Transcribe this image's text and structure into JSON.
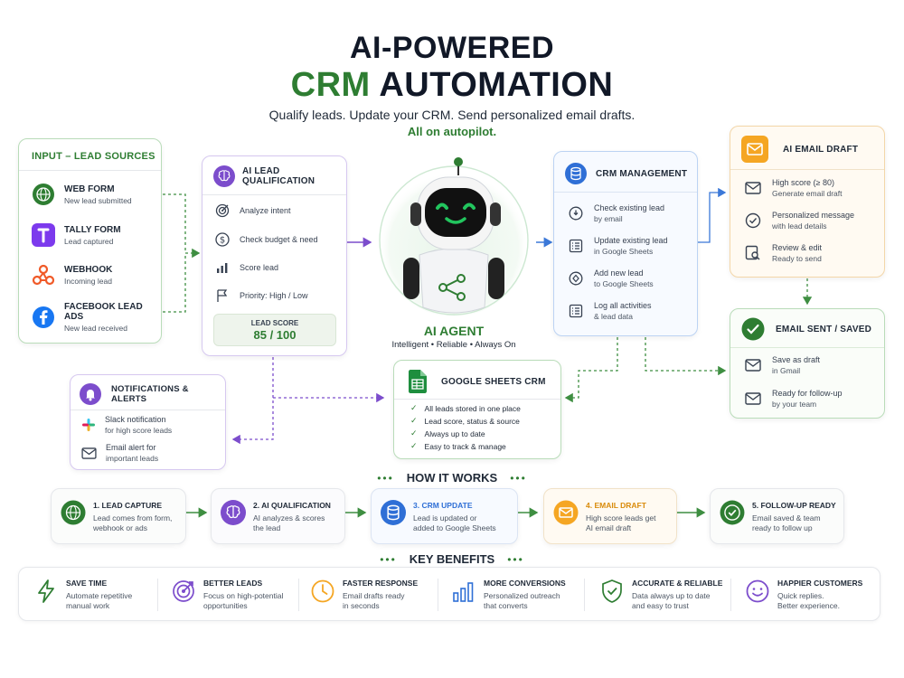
{
  "header": {
    "title_line1": "AI-POWERED",
    "title_line2a": "CRM",
    "title_line2b": "AUTOMATION",
    "subtitle": "Qualify leads. Update your CRM. Send personalized email drafts.",
    "tagline": "All on autopilot."
  },
  "input_sources": {
    "title": "INPUT – LEAD SOURCES",
    "items": [
      {
        "name": "WEB FORM",
        "desc": "New lead submitted",
        "icon": "globe-icon"
      },
      {
        "name": "TALLY FORM",
        "desc": "Lead captured",
        "icon": "tally-icon"
      },
      {
        "name": "WEBHOOK",
        "desc": "Incoming lead",
        "icon": "webhook-icon"
      },
      {
        "name": "FACEBOOK LEAD ADS",
        "desc": "New lead received",
        "icon": "facebook-icon"
      }
    ]
  },
  "qualification": {
    "title": "AI LEAD QUALIFICATION",
    "items": [
      "Analyze intent",
      "Check budget & need",
      "Score lead",
      "Priority: High / Low"
    ],
    "score_label": "LEAD SCORE",
    "score_value": "85 / 100"
  },
  "agent": {
    "name": "AI AGENT",
    "tagline": "Intelligent • Reliable • Always On"
  },
  "crm": {
    "title": "CRM MANAGEMENT",
    "items": [
      {
        "main": "Check existing lead",
        "sub": "by email"
      },
      {
        "main": "Update existing lead",
        "sub": "in Google Sheets"
      },
      {
        "main": "Add new lead",
        "sub": "to Google Sheets"
      },
      {
        "main": "Log all activities",
        "sub": "& lead data"
      }
    ]
  },
  "email_draft": {
    "title": "AI EMAIL DRAFT",
    "items": [
      {
        "main": "High score (≥ 80)",
        "sub": "Generate email draft"
      },
      {
        "main": "Personalized message",
        "sub": "with lead details"
      },
      {
        "main": "Review & edit",
        "sub": "Ready to send"
      }
    ]
  },
  "email_sent": {
    "title": "EMAIL SENT / SAVED",
    "items": [
      {
        "main": "Save as draft",
        "sub": "in Gmail"
      },
      {
        "main": "Ready for follow-up",
        "sub": "by your team"
      }
    ]
  },
  "notifications": {
    "title": "NOTIFICATIONS & ALERTS",
    "items": [
      {
        "main": "Slack notification",
        "sub": "for high score leads"
      },
      {
        "main": "Email alert for",
        "sub": "important leads"
      }
    ]
  },
  "sheets": {
    "title": "GOOGLE SHEETS CRM",
    "items": [
      "All leads stored in one place",
      "Lead score, status & source",
      "Always up to date",
      "Easy to track & manage"
    ]
  },
  "how_it_works": {
    "title": "HOW IT WORKS",
    "steps": [
      {
        "title": "1. LEAD CAPTURE",
        "desc1": "Lead comes from form,",
        "desc2": "webhook or ads"
      },
      {
        "title": "2. AI QUALIFICATION",
        "desc1": "AI analyzes & scores",
        "desc2": "the lead"
      },
      {
        "title": "3. CRM UPDATE",
        "desc1": "Lead is updated or",
        "desc2": "added to Google Sheets"
      },
      {
        "title": "4. EMAIL DRAFT",
        "desc1": "High score leads get",
        "desc2": "AI email draft"
      },
      {
        "title": "5. FOLLOW-UP READY",
        "desc1": "Email saved & team",
        "desc2": "ready to follow up"
      }
    ]
  },
  "benefits": {
    "title": "KEY BENEFITS",
    "items": [
      {
        "title": "SAVE TIME",
        "desc1": "Automate repetitive",
        "desc2": "manual work"
      },
      {
        "title": "BETTER LEADS",
        "desc1": "Focus on high-potential",
        "desc2": "opportunities"
      },
      {
        "title": "FASTER RESPONSE",
        "desc1": "Email drafts ready",
        "desc2": "in seconds"
      },
      {
        "title": "MORE CONVERSIONS",
        "desc1": "Personalized outreach",
        "desc2": "that converts"
      },
      {
        "title": "ACCURATE & RELIABLE",
        "desc1": "Data always up to date",
        "desc2": "and easy to trust"
      },
      {
        "title": "HAPPIER CUSTOMERS",
        "desc1": "Quick replies.",
        "desc2": "Better experience."
      }
    ]
  },
  "colors": {
    "green": "#2e7d32",
    "purple": "#7c4dcc",
    "blue": "#2f6fd6",
    "orange": "#f5a623",
    "dark": "#1f2937"
  }
}
